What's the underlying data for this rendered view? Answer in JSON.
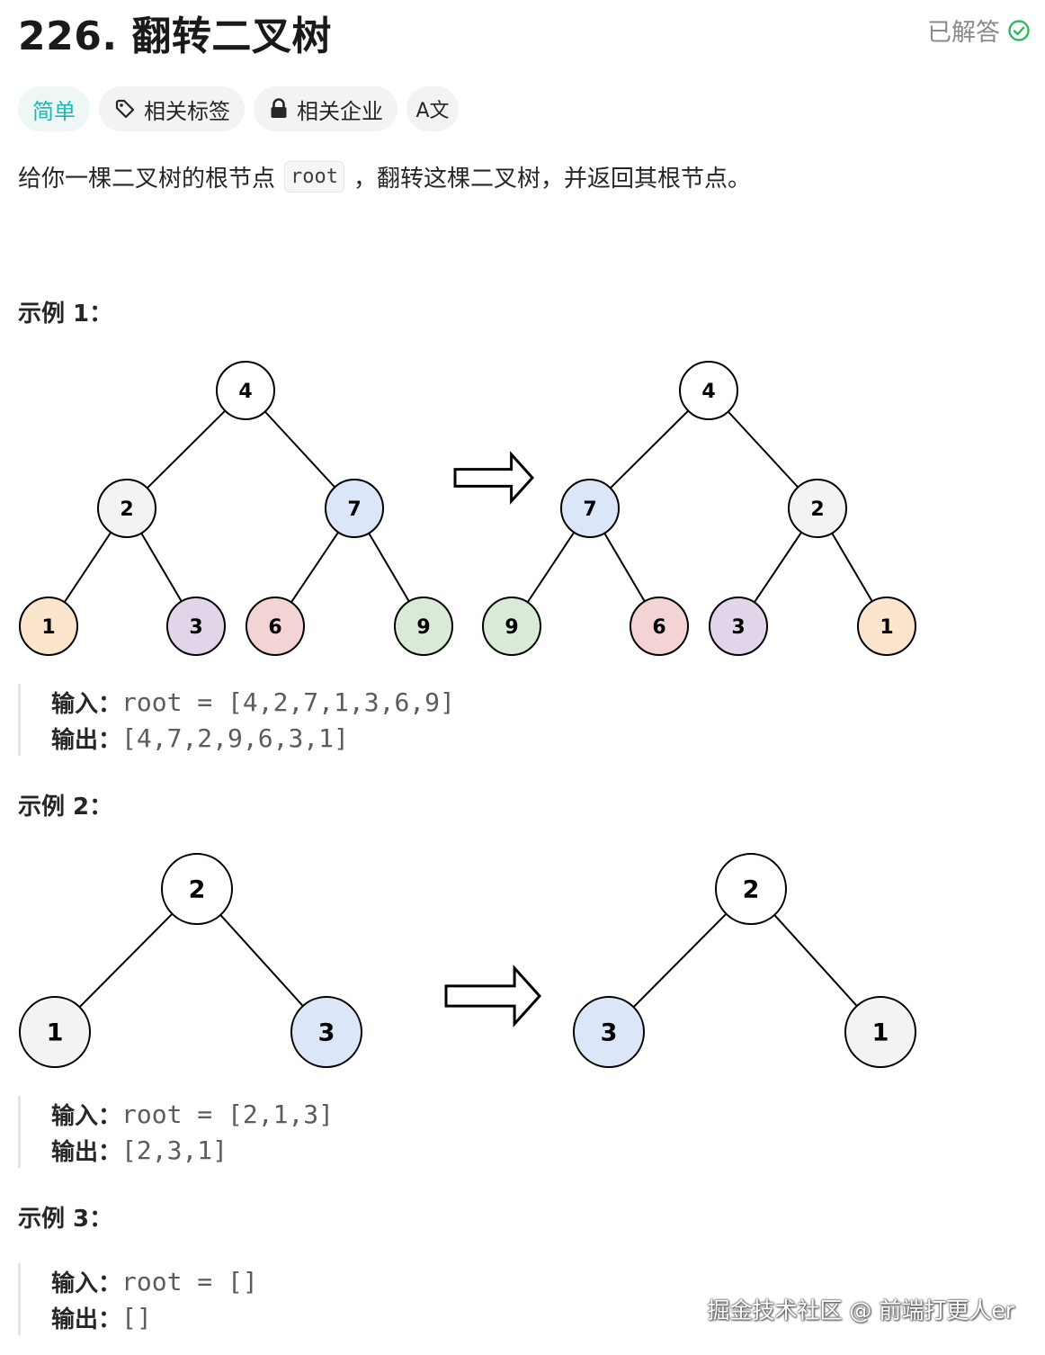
{
  "problem": {
    "title": "226. 翻转二叉树",
    "status": "已解答"
  },
  "tags": {
    "difficulty": "简单",
    "related_tags": "相关标签",
    "related_companies": "相关企业",
    "translate": "A文"
  },
  "description": {
    "before": "给你一棵二叉树的根节点",
    "code": "root",
    "after": "，翻转这棵二叉树，并返回其根节点。"
  },
  "colors": {
    "difficulty_easy": "#1cb8b8",
    "node_white": "#ffffff",
    "node_gray": "#f3f3f3",
    "node_blue": "#dbe7f8",
    "node_orange": "#fbe6cd",
    "node_purple": "#e1d6e9",
    "node_red": "#f3d3d3",
    "node_green": "#d9ead6"
  },
  "examples": [
    {
      "title": "示例 1：",
      "input_label": "输入：",
      "input_value": "root = [4,2,7,1,3,6,9]",
      "output_label": "输出：",
      "output_value": "[4,7,2,9,6,3,1]",
      "tree_before": [
        {
          "label": "4",
          "color": "white"
        },
        {
          "label": "2",
          "color": "gray"
        },
        {
          "label": "7",
          "color": "blue"
        },
        {
          "label": "1",
          "color": "orange"
        },
        {
          "label": "3",
          "color": "purple"
        },
        {
          "label": "6",
          "color": "red"
        },
        {
          "label": "9",
          "color": "green"
        }
      ],
      "tree_after": [
        {
          "label": "4",
          "color": "white"
        },
        {
          "label": "7",
          "color": "blue"
        },
        {
          "label": "2",
          "color": "gray"
        },
        {
          "label": "9",
          "color": "green"
        },
        {
          "label": "6",
          "color": "red"
        },
        {
          "label": "3",
          "color": "purple"
        },
        {
          "label": "1",
          "color": "orange"
        }
      ]
    },
    {
      "title": "示例 2：",
      "input_label": "输入：",
      "input_value": "root = [2,1,3]",
      "output_label": "输出：",
      "output_value": "[2,3,1]",
      "tree_before": [
        {
          "label": "2",
          "color": "white"
        },
        {
          "label": "1",
          "color": "gray"
        },
        {
          "label": "3",
          "color": "blue"
        }
      ],
      "tree_after": [
        {
          "label": "2",
          "color": "white"
        },
        {
          "label": "3",
          "color": "blue"
        },
        {
          "label": "1",
          "color": "gray"
        }
      ]
    },
    {
      "title": "示例 3：",
      "input_label": "输入：",
      "input_value": "root = []",
      "output_label": "输出：",
      "output_value": "[]"
    }
  ],
  "watermark": "掘金技术社区 @ 前端打更人er"
}
